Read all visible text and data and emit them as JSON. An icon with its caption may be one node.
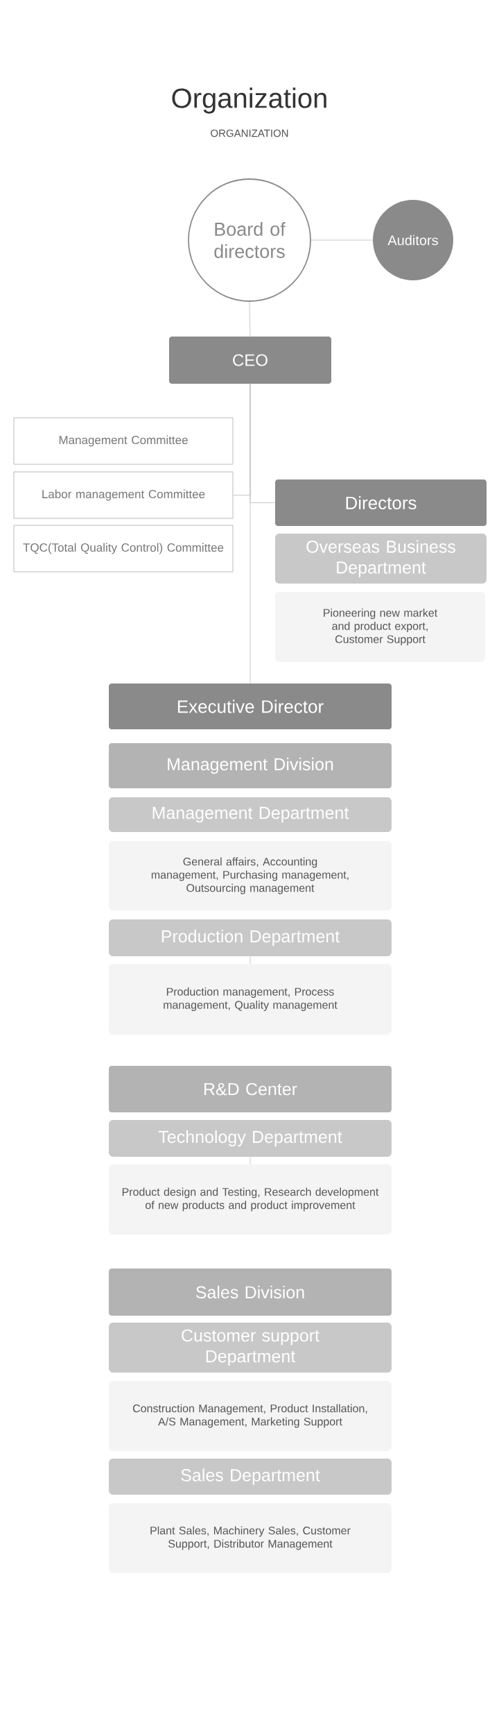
{
  "diagram": {
    "title": "Organization",
    "nodes": [
      {
        "text": [
          "Board of directors"
        ]
      },
      {
        "text": [
          "Auditors"
        ]
      },
      {
        "text": [
          "CEO"
        ]
      },
      {
        "text": [
          "Management Committee"
        ]
      },
      {
        "text": [
          "Labor management Committee"
        ]
      },
      {
        "text": [
          "TQC(Total Quality Control) Committee"
        ]
      },
      {
        "text": [
          "Directors"
        ]
      },
      {
        "text": [
          "Overseas Business Department"
        ]
      },
      {
        "text": [
          "Pioneering new market and product export, Customer Support"
        ]
      },
      {
        "text": [
          "Executive Director"
        ]
      },
      {
        "text": [
          "Management Division"
        ]
      },
      {
        "text": [
          "Management Department"
        ]
      },
      {
        "text": [
          "General affairs, Accounting management, Purchasing management, Outsourcing management"
        ]
      },
      {
        "text": [
          "Production Department"
        ]
      },
      {
        "text": [
          "Production management, Process management, Quality management"
        ]
      },
      {
        "text": [
          "R&D Center"
        ]
      },
      {
        "text": [
          "Technology Department"
        ]
      },
      {
        "text": [
          "Product design and Testing, Research development of new products and product improvement"
        ]
      },
      {
        "text": [
          "Sales Division"
        ]
      },
      {
        "text": [
          "Customer support Department"
        ]
      },
      {
        "text": [
          "Construction Management, Product Installation, A/S Management, Marketing Support"
        ]
      },
      {
        "text": [
          "Sales Department"
        ]
      },
      {
        "text": [
          "Plant Sales, Machinery Sales, Customer Support, Distributor Management"
        ]
      }
    ],
    "edges": [
      {
        "from": 0,
        "to": 1,
        "arrow": "none"
      },
      {
        "from": 0,
        "to": 2,
        "arrow": "none"
      },
      {
        "from": 2,
        "to": 4,
        "arrow": "none"
      },
      {
        "from": 2,
        "to": 6,
        "arrow": "none"
      },
      {
        "from": 2,
        "to": 9,
        "arrow": "none"
      },
      {
        "from": 13,
        "to": 14,
        "arrow": "none"
      },
      {
        "from": 16,
        "to": 17,
        "arrow": "none"
      }
    ],
    "labels": [
      "ORGANIZATION"
    ]
  }
}
